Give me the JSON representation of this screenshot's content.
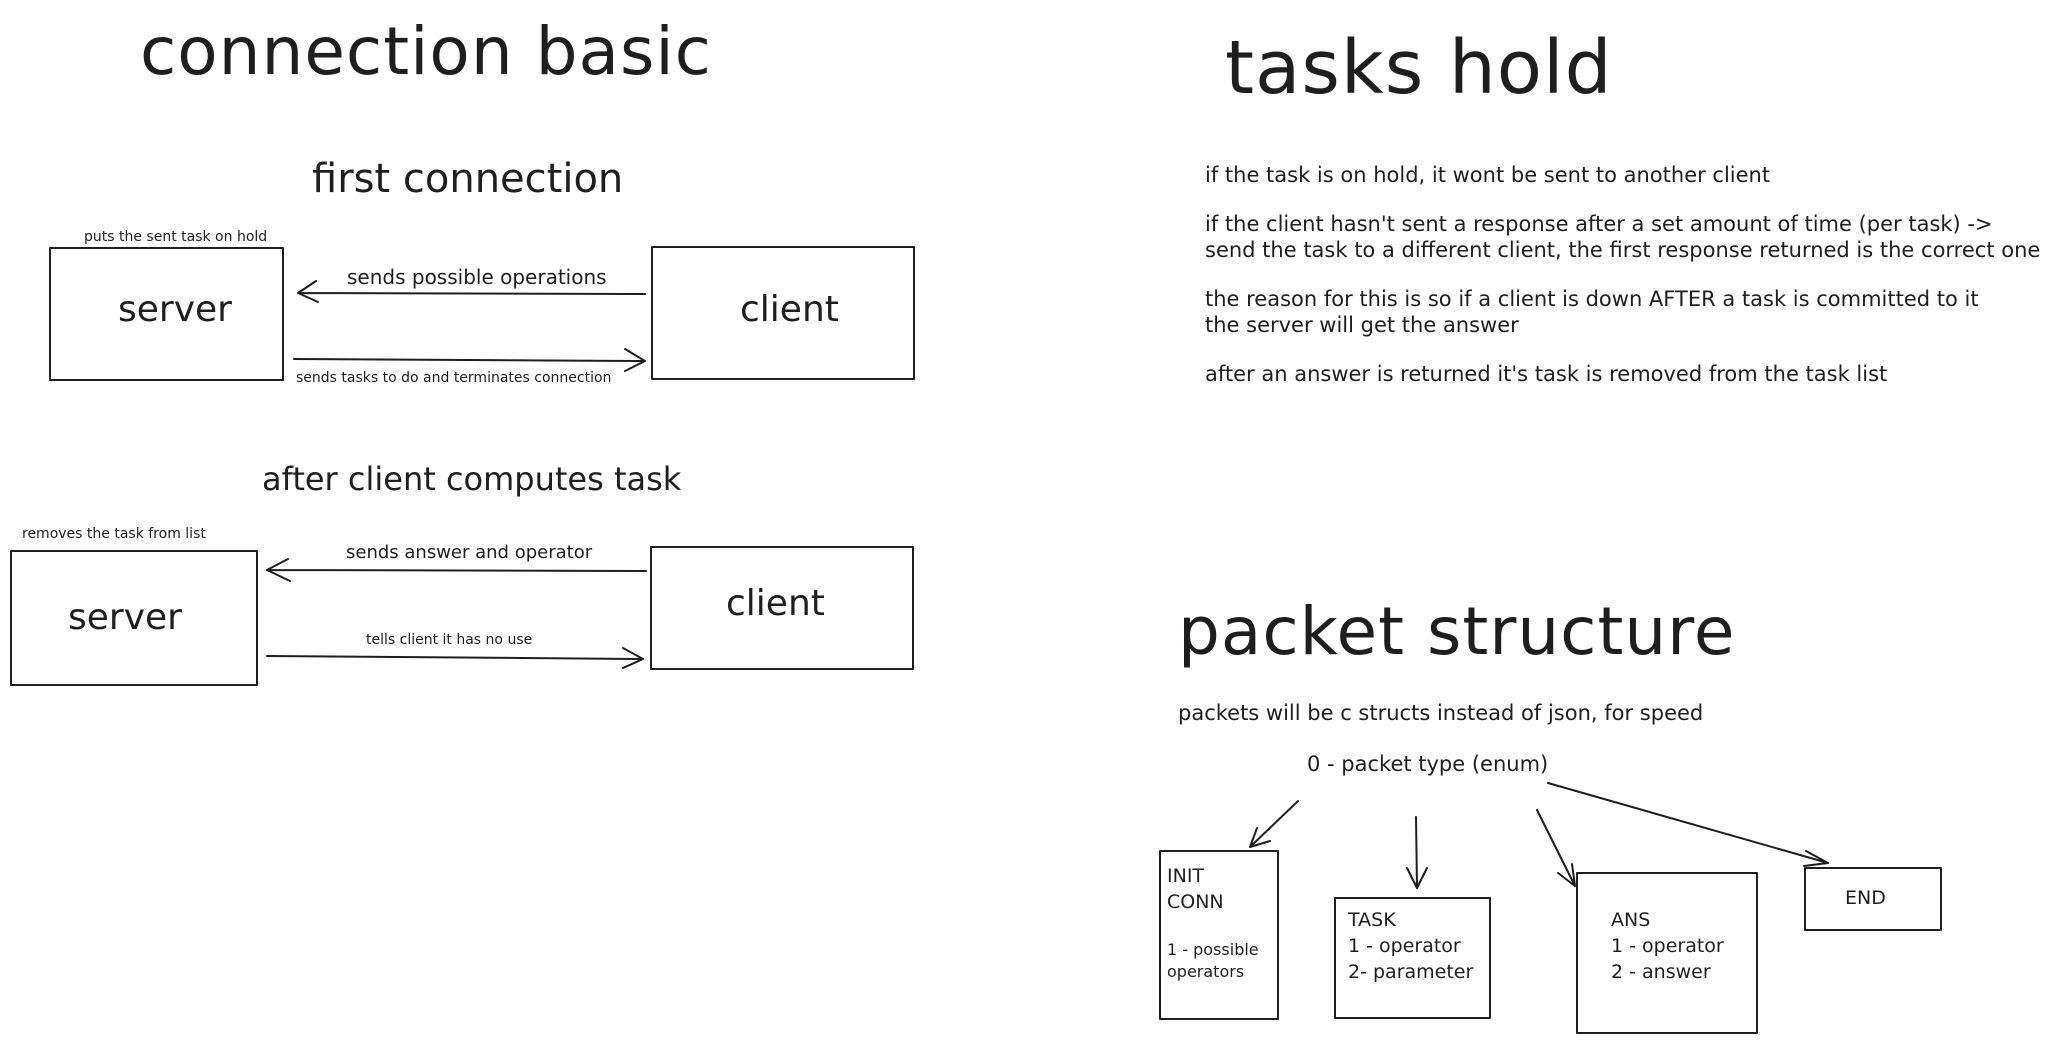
{
  "connection": {
    "title": "connection basic",
    "first": {
      "heading": "first connection",
      "server_note": "puts the sent task on hold",
      "server_label": "server",
      "client_label": "client",
      "arrow_to_server": "sends possible operations",
      "arrow_to_client": "sends tasks to do and terminates connection"
    },
    "after": {
      "heading": "after client computes task",
      "server_note": "removes the task from list",
      "server_label": "server",
      "client_label": "client",
      "arrow_to_server": "sends answer and operator",
      "arrow_to_client": "tells client it has no use"
    }
  },
  "tasks_hold": {
    "title": "tasks hold",
    "lines": [
      "if the task is on hold, it wont be sent to another client",
      "if the client hasn't sent a response after a set amount of time (per task) ->",
      "send the task to a different client, the first response returned is the correct one",
      "the reason for this is so if a client is down AFTER a task is committed to it",
      "the server will get the answer",
      "after an answer is returned it's task is removed from the task list"
    ]
  },
  "packet_structure": {
    "title": "packet structure",
    "intro": "packets will be c structs instead of json, for speed",
    "root": "0 - packet type (enum)",
    "packets": [
      {
        "name": "INIT\nCONN",
        "fields": "1 - possible\noperators"
      },
      {
        "name": "TASK",
        "fields": "1 - operator\n2- parameter"
      },
      {
        "name": "ANS",
        "fields": "1 - operator\n2 - answer"
      },
      {
        "name": "END",
        "fields": ""
      }
    ]
  }
}
